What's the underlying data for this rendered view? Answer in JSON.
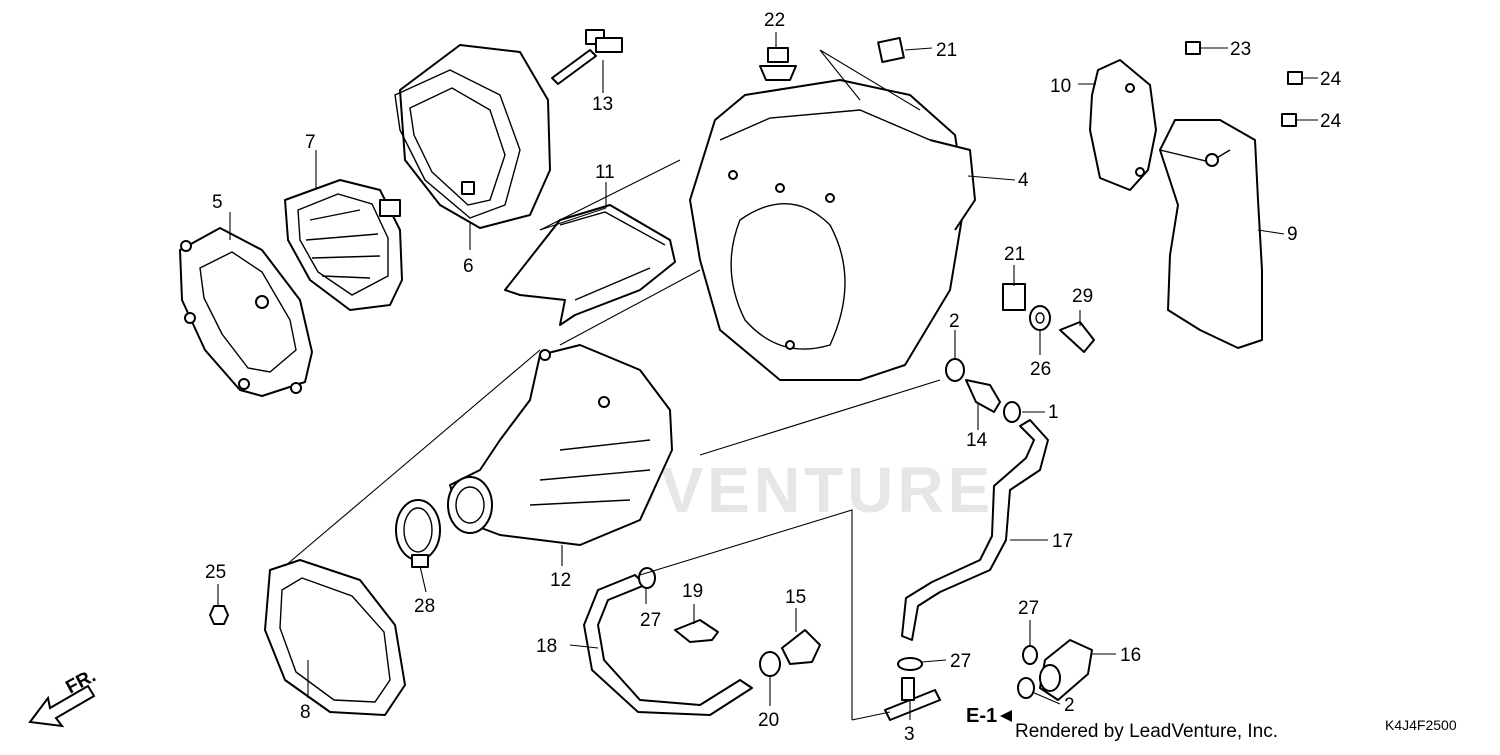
{
  "watermark": "ADVENTURE",
  "credit": "Rendered by LeadVenture, Inc.",
  "diagram_code": "K4J4F2500",
  "reference_label": "E-1",
  "direction_label": "FR.",
  "callouts": {
    "c1": "1",
    "c2a": "2",
    "c2b": "2",
    "c3": "3",
    "c4": "4",
    "c5": "5",
    "c6": "6",
    "c7": "7",
    "c8": "8",
    "c9": "9",
    "c10": "10",
    "c11": "11",
    "c12": "12",
    "c13": "13",
    "c14": "14",
    "c15": "15",
    "c16": "16",
    "c17": "17",
    "c18": "18",
    "c19": "19",
    "c20": "20",
    "c21a": "21",
    "c21b": "21",
    "c22": "22",
    "c23": "23",
    "c24a": "24",
    "c24b": "24",
    "c25": "25",
    "c26": "26",
    "c27a": "27",
    "c27b": "27",
    "c27c": "27",
    "c28": "28",
    "c29": "29"
  }
}
